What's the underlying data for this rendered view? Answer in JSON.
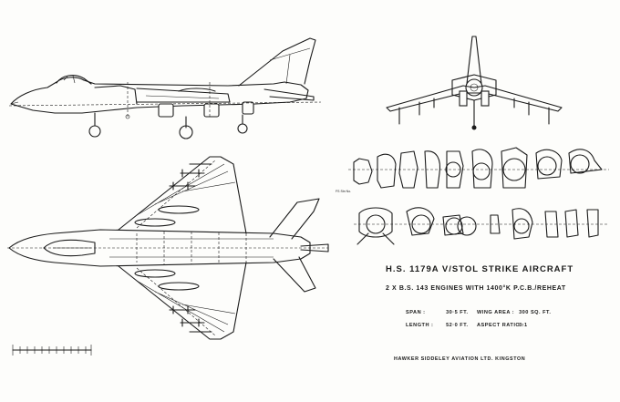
{
  "title": "H.S. 1179A V/STOL STRIKE AIRCRAFT",
  "subtitle": "2 X B.S. 143 ENGINES WITH 1400°K P.C.B./REHEAT",
  "specs": [
    {
      "label": "SPAN :",
      "value": "30·5 FT."
    },
    {
      "label": "LENGTH :",
      "value": "52·0 FT."
    },
    {
      "label": "WING AREA :",
      "value": "300 SQ. FT."
    },
    {
      "label": "ASPECT RATIO :",
      "value": "3·1"
    }
  ],
  "company": "HAWKER SIDDELEY AVIATION LTD. KINGSTON",
  "section_label": "FS Stn No."
}
